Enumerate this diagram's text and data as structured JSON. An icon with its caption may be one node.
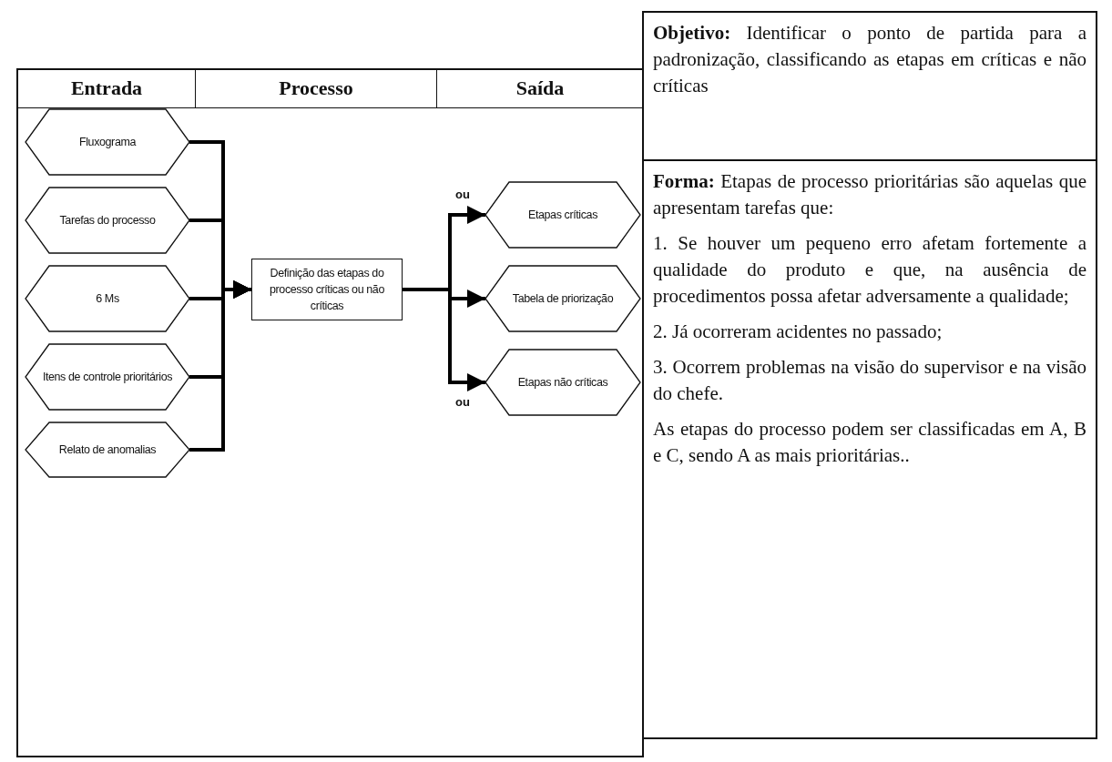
{
  "diagram": {
    "nodes": [
      {
        "text": [
          "Fluxograma"
        ]
      },
      {
        "text": [
          "Tarefas do processo"
        ]
      },
      {
        "text": [
          "6 Ms"
        ]
      },
      {
        "text": [
          "Itens de controle prioritários"
        ]
      },
      {
        "text": [
          "Relato de anomalias"
        ]
      },
      {
        "text": [
          "Definição das etapas do processo críticas ou não críticas"
        ]
      },
      {
        "text": [
          "Etapas críticas"
        ]
      },
      {
        "text": [
          "Tabela de priorização"
        ]
      },
      {
        "text": [
          "Etapas não críticas"
        ]
      }
    ],
    "edges": [
      {
        "from": 0,
        "to": 5,
        "arrow": "to"
      },
      {
        "from": 1,
        "to": 5,
        "arrow": "to"
      },
      {
        "from": 2,
        "to": 5,
        "arrow": "to"
      },
      {
        "from": 3,
        "to": 5,
        "arrow": "to"
      },
      {
        "from": 4,
        "to": 5,
        "arrow": "to"
      },
      {
        "from": 5,
        "to": 6,
        "arrow": "to",
        "label": "ou"
      },
      {
        "from": 5,
        "to": 7,
        "arrow": "to"
      },
      {
        "from": 5,
        "to": 8,
        "arrow": "to",
        "label": "ou"
      }
    ],
    "labels": [
      "Entrada",
      "Processo",
      "Saída",
      "**Objetivo:** Identificar o ponto de partida para a padronização, classificando as etapas em críticas e não críticas",
      "**Forma:** Etapas de processo prioritárias são aquelas que apresentam tarefas que:",
      "1. Se houver um pequeno erro afetam fortemente a qualidade do produto e que, na ausência de procedimentos possa afetar adversamente a qualidade;",
      "2. Já ocorreram acidentes no passado;",
      "3. Ocorrem problemas na visão do supervisor e na visão do chefe.",
      "As etapas do processo podem ser classificadas em A, B e C, sendo A as mais prioritárias.."
    ]
  }
}
